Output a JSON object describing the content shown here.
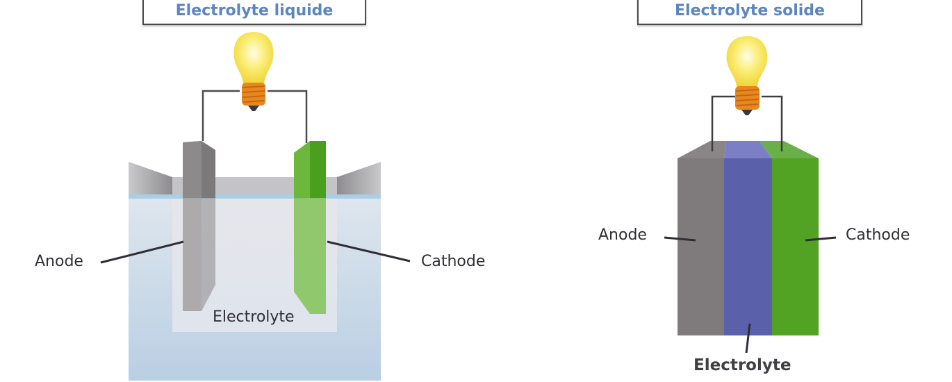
{
  "panels": [
    {
      "title": "Electrolyte liquide",
      "labels": {
        "anode": "Anode",
        "cathode": "Cathode",
        "electrolyte": "Electrolyte"
      }
    },
    {
      "title": "Electrolyte solide",
      "labels": {
        "anode": "Anode",
        "cathode": "Cathode",
        "electrolyte": "Electrolyte"
      }
    }
  ],
  "colors": {
    "title_text": "#5b86bf",
    "anode": "#7f7a7b",
    "electrolyte_solid": "#5a60aa",
    "cathode": "#52a224",
    "bulb": "#f6e24a",
    "bulb_base": "#e8871e",
    "liquid": "#c9d8e6"
  }
}
